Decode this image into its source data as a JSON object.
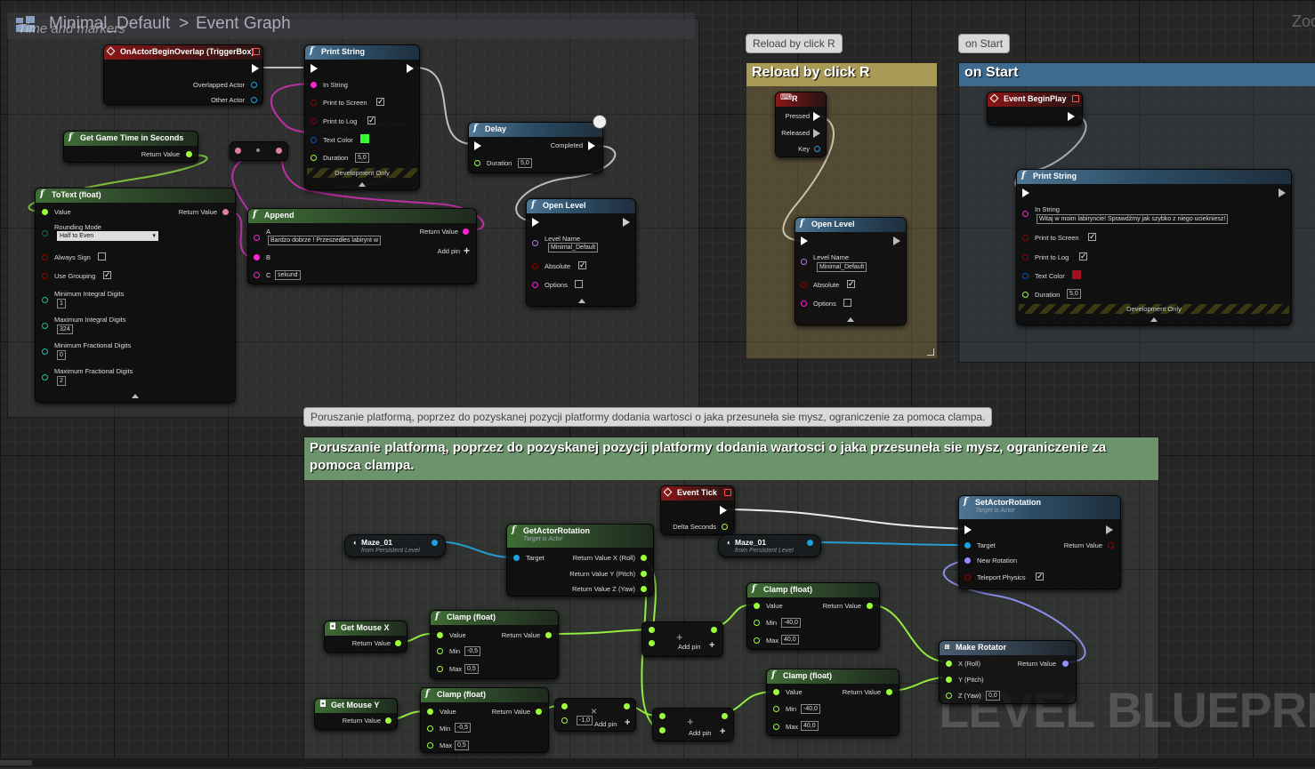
{
  "breadcrumb": {
    "root": "Minimal_Default",
    "separator": ">",
    "current": "Event Graph"
  },
  "top_overlay_text": "Time and markers",
  "zoom_label": "Zoo",
  "watermark": "LEVEL BLUEPRIN",
  "comments": {
    "reload": {
      "bubble": "Reload by click R",
      "title": "Reload by click R"
    },
    "start": {
      "bubble": "on Start",
      "title": "on Start"
    },
    "platform": {
      "bubble": "Poruszanie platformą, poprzez do pozyskanej pozycji platformy dodania wartosci o jaka przesuneła sie mysz, ograniczenie za pomoca clampa.",
      "title": "Poruszanie platformą, poprzez do pozyskanej pozycji platformy dodania wartosci o jaka przesuneła sie mysz, ograniczenie za pomoca clampa."
    }
  },
  "nodes": {
    "overlap": {
      "title": "OnActorBeginOverlap (TriggerBox)",
      "pin1": "Overlapped Actor",
      "pin2": "Other Actor"
    },
    "print1": {
      "title": "Print String",
      "in_string": "In String",
      "print_screen": "Print to Screen",
      "print_log": "Print to Log",
      "text_color": "Text Color",
      "duration": "Duration",
      "duration_val": "5,0",
      "dev": "Development Only"
    },
    "delay": {
      "title": "Delay",
      "completed": "Completed",
      "duration": "Duration",
      "duration_val": "5,0"
    },
    "gametime": {
      "title": "Get Game Time in Seconds",
      "ret": "Return Value"
    },
    "totext": {
      "title": "ToText (float)",
      "value": "Value",
      "ret": "Return Value",
      "rounding": "Rounding Mode",
      "rounding_val": "Half to Even",
      "always_sign": "Always Sign",
      "use_grouping": "Use Grouping",
      "min_int": "Minimum Integral Digits",
      "min_int_val": "1",
      "max_int": "Maximum Integral Digits",
      "max_int_val": "324",
      "min_frac": "Minimum Fractional Digits",
      "min_frac_val": "0",
      "max_frac": "Maximum Fractional Digits",
      "max_frac_val": "2"
    },
    "append": {
      "title": "Append",
      "a": "A",
      "a_val": "Bardzo dobrze ! Przeszedłes labirynt w",
      "ret": "Return Value",
      "b": "B",
      "add_pin": "Add pin",
      "c": "C",
      "c_val": "sekund"
    },
    "open1": {
      "title": "Open Level",
      "level_name": "Level Name",
      "level_val": "Minimal_Default",
      "absolute": "Absolute",
      "options": "Options"
    },
    "rkey": {
      "title": "R",
      "pressed": "Pressed",
      "released": "Released",
      "key": "Key"
    },
    "open2": {
      "title": "Open Level",
      "level_name": "Level Name",
      "level_val": "Minimal_Default",
      "absolute": "Absolute",
      "options": "Options"
    },
    "beginplay": {
      "title": "Event BeginPlay"
    },
    "print2": {
      "title": "Print String",
      "in_string": "In String",
      "in_val": "Witaj w moim labiryncie! Sprawdźmy jak szybko z niego uciekniesz!",
      "print_screen": "Print to Screen",
      "print_log": "Print to Log",
      "text_color": "Text Color",
      "duration": "Duration",
      "duration_val": "5,0",
      "dev": "Development Only"
    },
    "tick": {
      "title": "Event Tick",
      "delta": "Delta Seconds"
    },
    "maze1": {
      "title": "Maze_01",
      "sub": "from Persistent Level"
    },
    "maze2": {
      "title": "Maze_01",
      "sub": "from Persistent Level"
    },
    "getrot": {
      "title": "GetActorRotation",
      "sub": "Target is Actor",
      "target": "Target",
      "rx": "Return Value X (Roll)",
      "ry": "Return Value Y (Pitch)",
      "rz": "Return Value Z (Yaw)"
    },
    "setrot": {
      "title": "SetActorRotation",
      "sub": "Target is Actor",
      "target": "Target",
      "ret": "Return Value",
      "new_rot": "New Rotation",
      "teleport": "Teleport Physics"
    },
    "mousex": {
      "title": "Get Mouse X",
      "ret": "Return Value"
    },
    "mousey": {
      "title": "Get Mouse Y",
      "ret": "Return Value"
    },
    "clamp1": {
      "title": "Clamp (float)",
      "value": "Value",
      "ret": "Return Value",
      "min": "Min",
      "min_val": "-0,5",
      "max": "Max",
      "max_val": "0,5"
    },
    "clamp2": {
      "title": "Clamp (float)",
      "value": "Value",
      "ret": "Return Value",
      "min": "Min",
      "min_val": "-0,5",
      "max": "Max",
      "max_val": "0,5"
    },
    "clamp3": {
      "title": "Clamp (float)",
      "value": "Value",
      "ret": "Return Value",
      "min": "Min",
      "min_val": "-40,0",
      "max": "Max",
      "max_val": "40,0"
    },
    "clamp4": {
      "title": "Clamp (float)",
      "value": "Value",
      "ret": "Return Value",
      "min": "Min",
      "min_val": "-40,0",
      "max": "Max",
      "max_val": "40,0"
    },
    "add1": {
      "add_pin": "Add pin"
    },
    "add2": {
      "add_pin": "Add pin"
    },
    "mult": {
      "val": "-1,0",
      "add_pin": "Add pin"
    },
    "makerot": {
      "title": "Make Rotator",
      "x": "X (Roll)",
      "y": "Y (Pitch)",
      "z": "Z (Yaw)",
      "z_val": "0,0",
      "ret": "Return Value"
    }
  },
  "colors": {
    "exec": "#ffffff",
    "float": "#9bff3a",
    "object": "#00a8f4",
    "string": "#ff00d4",
    "bool": "#940000",
    "text": "#e07ea0",
    "struct": "#9696ff",
    "linear_color": "#0058c8"
  }
}
